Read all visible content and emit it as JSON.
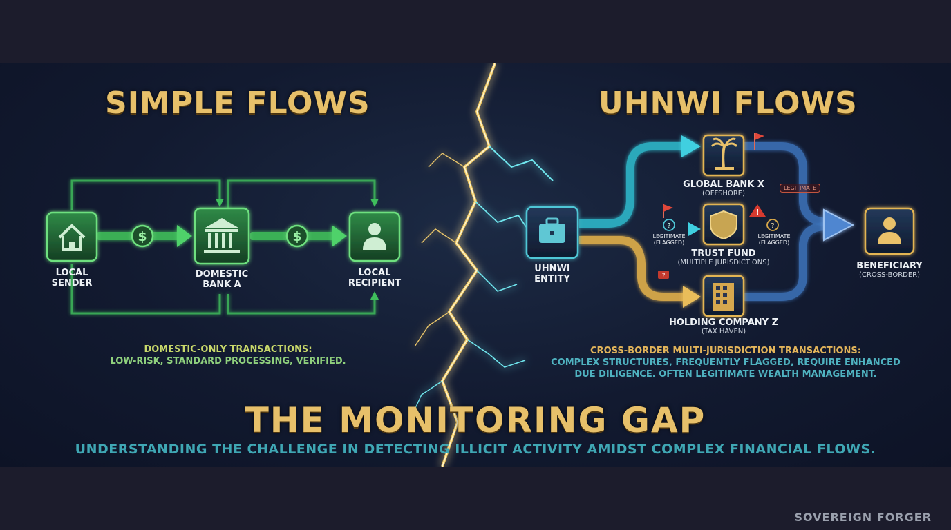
{
  "titles": {
    "left": "SIMPLE FLOWS",
    "right": "UHNWI FLOWS",
    "main": "THE MONITORING GAP",
    "subtitle": "UNDERSTANDING THE CHALLENGE IN DETECTING ILLICIT ACTIVITY AMIDST COMPLEX FINANCIAL FLOWS."
  },
  "simple_flow": {
    "nodes": {
      "sender": {
        "line1": "LOCAL",
        "line2": "SENDER",
        "icon": "house-icon"
      },
      "bank": {
        "line1": "DOMESTIC",
        "line2": "BANK A",
        "icon": "bank-icon"
      },
      "recipient": {
        "line1": "LOCAL",
        "line2": "RECIPIENT",
        "icon": "person-icon"
      }
    },
    "coin_symbol": "$",
    "caption_line1": "DOMESTIC-ONLY TRANSACTIONS:",
    "caption_line2": "LOW-RISK, STANDARD PROCESSING, VERIFIED.",
    "accent_color": "#4fd26a"
  },
  "uhnwi_flow": {
    "nodes": {
      "entity": {
        "line1": "UHNWI",
        "line2": "ENTITY",
        "icon": "briefcase-icon"
      },
      "global_bank": {
        "name": "GLOBAL BANK X",
        "sub": "(OFFSHORE)",
        "icon": "palm-tree-icon"
      },
      "trust_fund": {
        "name": "TRUST FUND",
        "sub": "(MULTIPLE JURISDICTIONS)",
        "icon": "shield-icon"
      },
      "holding": {
        "name": "HOLDING COMPANY Z",
        "sub": "(TAX HAVEN)",
        "icon": "building-icon"
      },
      "beneficiary": {
        "name": "BENEFICIARY",
        "sub": "(CROSS-BORDER)",
        "icon": "person-icon"
      }
    },
    "tags": {
      "legitimate_pill": "LEGITIMATE",
      "left_flag_line1": "LEGITIMATE",
      "left_flag_line2": "(FLAGGED)",
      "right_flag_line1": "LEGITIMATE",
      "right_flag_line2": "(FLAGGED)",
      "question_mark": "?",
      "warning_mark": "!"
    },
    "caption_line1": "CROSS-BORDER MULTI-JURISDICTION TRANSACTIONS:",
    "caption_line2": "COMPLEX STRUCTURES, FREQUENTLY FLAGGED, REQUIRE ENHANCED",
    "caption_line3": "DUE DILIGENCE. OFTEN LEGITIMATE WEALTH MANAGEMENT.",
    "accent_colors": {
      "teal": "#2fb7c9",
      "gold": "#d8a94a",
      "blue": "#3b6fb5",
      "red": "#d63a2f"
    }
  },
  "brand": "SOVEREIGN FORGER"
}
